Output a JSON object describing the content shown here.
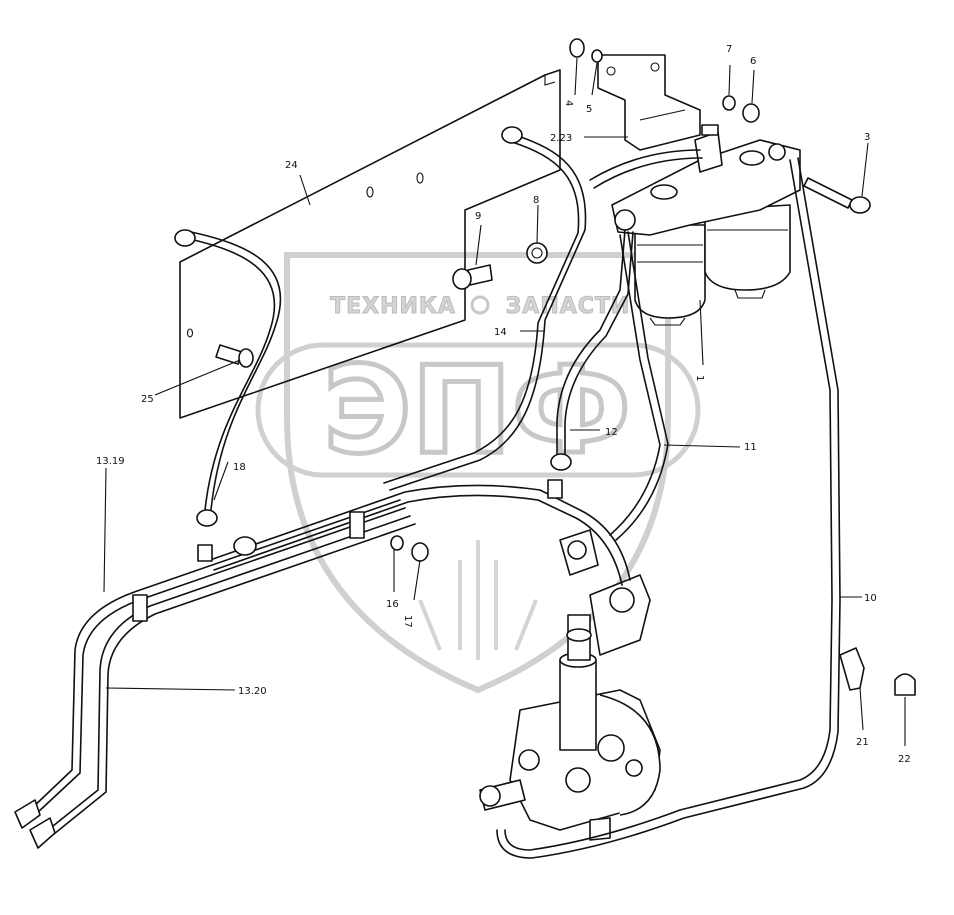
{
  "watermark": {
    "top_left": "ТЕХНИКА",
    "top_right": "ЗАПАСТИ",
    "big": "ЭПФ"
  },
  "callouts": [
    {
      "id": "c1",
      "label": "1"
    },
    {
      "id": "c223",
      "label": "2.23"
    },
    {
      "id": "c3",
      "label": "3"
    },
    {
      "id": "c4",
      "label": "4"
    },
    {
      "id": "c5",
      "label": "5"
    },
    {
      "id": "c6",
      "label": "6"
    },
    {
      "id": "c7",
      "label": "7"
    },
    {
      "id": "c8",
      "label": "8"
    },
    {
      "id": "c9",
      "label": "9"
    },
    {
      "id": "c10",
      "label": "10"
    },
    {
      "id": "c11",
      "label": "11"
    },
    {
      "id": "c12",
      "label": "12"
    },
    {
      "id": "c1319",
      "label": "13.19"
    },
    {
      "id": "c1320",
      "label": "13.20"
    },
    {
      "id": "c14",
      "label": "14"
    },
    {
      "id": "c16",
      "label": "16"
    },
    {
      "id": "c17",
      "label": "17"
    },
    {
      "id": "c18",
      "label": "18"
    },
    {
      "id": "c21",
      "label": "21"
    },
    {
      "id": "c22",
      "label": "22"
    },
    {
      "id": "c24",
      "label": "24"
    },
    {
      "id": "c25",
      "label": "25"
    }
  ]
}
